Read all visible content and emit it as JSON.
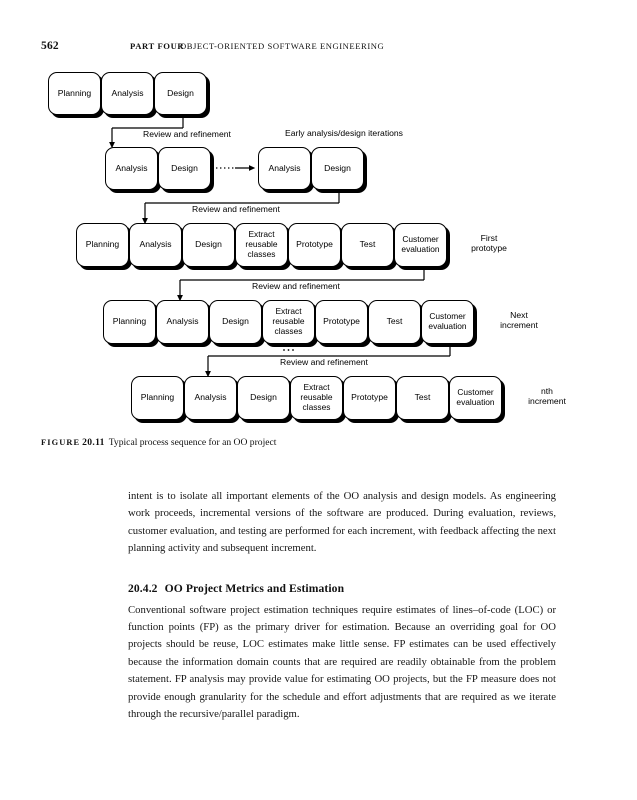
{
  "page": {
    "folio": "562",
    "part_label": "PART FOUR",
    "part_title": "OBJECT-ORIENTED SOFTWARE ENGINEERING"
  },
  "figure": {
    "caption_prefix": "FIGURE",
    "caption_number": "20.11",
    "caption_text": "Typical process sequence for an OO project",
    "flow_labels": {
      "review1": "Review and refinement",
      "review2": "Review and refinement",
      "review3": "Review and refinement",
      "review4": "Review and refinement",
      "early_iterations": "Early analysis/design iterations",
      "ellipsis": "..."
    },
    "side_labels": {
      "first_prototype": "First\nprototype",
      "first_prototype_line1": "First",
      "first_prototype_line2": "prototype",
      "next_increment_line1": "Next",
      "next_increment_line2": "increment",
      "nth_increment_line1": "nth",
      "nth_increment_line2": "increment"
    },
    "rows": [
      {
        "id": "row-1",
        "nodes": [
          {
            "label": "Planning"
          },
          {
            "label": "Analysis"
          },
          {
            "label": "Design"
          }
        ]
      },
      {
        "id": "row-2a",
        "nodes": [
          {
            "label": "Analysis"
          },
          {
            "label": "Design"
          }
        ]
      },
      {
        "id": "row-2b",
        "nodes": [
          {
            "label": "Analysis"
          },
          {
            "label": "Design"
          }
        ]
      },
      {
        "id": "row-3",
        "nodes": [
          {
            "label": "Planning"
          },
          {
            "label": "Analysis"
          },
          {
            "label": "Design"
          },
          {
            "label": "Extract reusable classes"
          },
          {
            "label": "Prototype"
          },
          {
            "label": "Test"
          },
          {
            "label": "Customer evaluation"
          }
        ]
      },
      {
        "id": "row-4",
        "nodes": [
          {
            "label": "Planning"
          },
          {
            "label": "Analysis"
          },
          {
            "label": "Design"
          },
          {
            "label": "Extract reusable classes"
          },
          {
            "label": "Prototype"
          },
          {
            "label": "Test"
          },
          {
            "label": "Customer evaluation"
          }
        ]
      },
      {
        "id": "row-5",
        "nodes": [
          {
            "label": "Planning"
          },
          {
            "label": "Analysis"
          },
          {
            "label": "Design"
          },
          {
            "label": "Extract reusable classes"
          },
          {
            "label": "Prototype"
          },
          {
            "label": "Test"
          },
          {
            "label": "Customer evaluation"
          }
        ]
      }
    ]
  },
  "content": {
    "paragraph_1": "intent is to isolate all important elements of the OO analysis and design models. As engineering work proceeds, incremental versions of the software are produced. During evaluation, reviews, customer evaluation, and testing are performed for each increment, with feedback affecting the next planning activity and subsequent increment.",
    "section_number": "20.4.2",
    "section_title": "OO Project Metrics and Estimation",
    "paragraph_2": "Conventional software project estimation techniques require estimates of lines–of-code (LOC) or function points (FP) as the primary driver for estimation. Because an overriding goal for OO projects should be reuse, LOC estimates make little sense. FP estimates can be used effectively because the information domain counts that are required are readily obtainable from the problem statement. FP analysis may provide value for estimating OO projects, but the FP measure does not provide enough granularity for the schedule and effort adjustments that are required as we iterate through the recursive/parallel paradigm."
  },
  "colors": {
    "ink": "#000000",
    "paper": "#ffffff",
    "body_text": "#161616"
  }
}
